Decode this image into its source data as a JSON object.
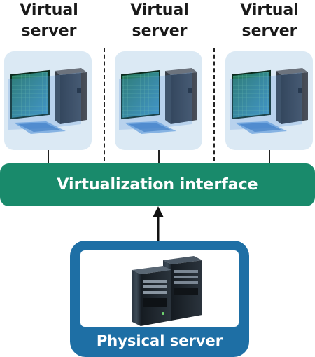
{
  "virtual_servers": [
    {
      "label": "Virtual server",
      "icon": "computer-icon"
    },
    {
      "label": "Virtual server",
      "icon": "computer-icon"
    },
    {
      "label": "Virtual server",
      "icon": "computer-icon"
    }
  ],
  "virtualization_interface": {
    "label": "Virtualization interface"
  },
  "physical_server": {
    "label": "Physical server",
    "icon": "server-towers-icon"
  },
  "colors": {
    "interface_green": "#198a6b",
    "physical_blue": "#1e6fa5",
    "card_background": "#dbe9f4"
  }
}
